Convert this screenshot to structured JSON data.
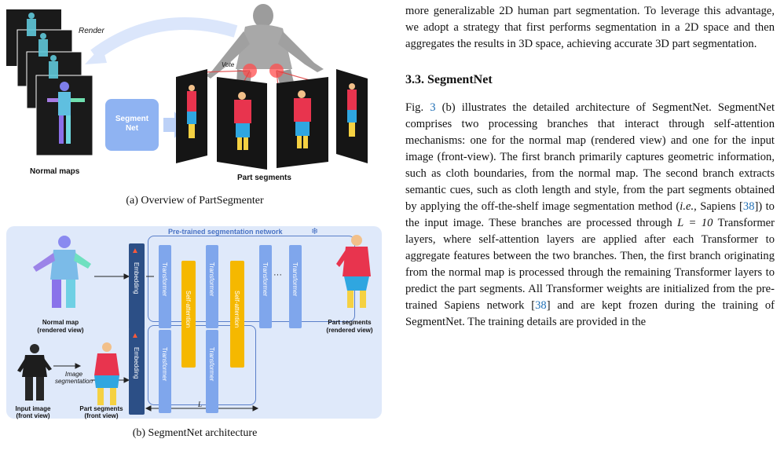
{
  "figure_a": {
    "label_render": "Render",
    "label_vote": "Vote",
    "segmentnet_box": "Segment\nNet",
    "label_normal_maps": "Normal maps",
    "label_part_segments": "Part segments",
    "caption": "(a) Overview of PartSegmenter"
  },
  "figure_b": {
    "network_title": "Pre-trained segmentation network",
    "embedding": "Embedding",
    "transformer": "Transformer",
    "self_attention": "Self-attention",
    "ellipsis": "···",
    "normal_map_label": "Normal map",
    "normal_map_sub": "(rendered view)",
    "part_segments_rendered": "Part segments",
    "part_segments_rendered_sub": "(rendered view)",
    "input_image": "Input image",
    "input_image_sub": "(front view)",
    "image_seg": "Image",
    "image_seg2": "segmentation",
    "part_segments_front": "Part segments",
    "part_segments_front_sub": "(front view)",
    "L_label": "L",
    "caption": "(b) SegmentNet architecture"
  },
  "text": {
    "para1": "more generalizable 2D human part segmentation. To leverage this advantage, we adopt a strategy that first performs segmentation in a 2D space and then aggregates the results in 3D space, achieving accurate 3D part segmentation.",
    "section_title": "3.3. SegmentNet",
    "para2_pre": "Fig. ",
    "para2_figref": "3",
    "para2_a": " (b) illustrates the detailed architecture of SegmentNet. SegmentNet comprises two processing branches that interact through self-attention mechanisms: one for the normal map (rendered view) and one for the input image (front-view). The first branch primarily captures geometric information, such as cloth boundaries, from the normal map. The second branch extracts semantic cues, such as cloth length and style, from the part segments obtained by applying the off-the-shelf image segmentation method (",
    "para2_ie": "i.e.",
    "para2_b": ", Sapiens [",
    "para2_ref1": "38",
    "para2_c": "]) to the input image. These branches are processed through ",
    "para2_math": "L = 10",
    "para2_d": " Transformer layers, where self-attention layers are applied after each Transformer to aggregate features between the two branches. Then, the first branch originating from the normal map is processed through the remaining Transformer layers to predict the part segments. All Transformer weights are initialized from the pre-trained Sapiens network [",
    "para2_ref2": "38",
    "para2_e": "] and are kept frozen during the training of SegmentNet. The training details are provided in the"
  },
  "colors": {
    "link": "#1f6fb5",
    "embedding": "#2c4f86",
    "transformer": "#7fa6ec",
    "self_attention": "#f5b800",
    "panel_bg": "#dfe9fa",
    "segmentnet_box": "#8fb3f2"
  }
}
